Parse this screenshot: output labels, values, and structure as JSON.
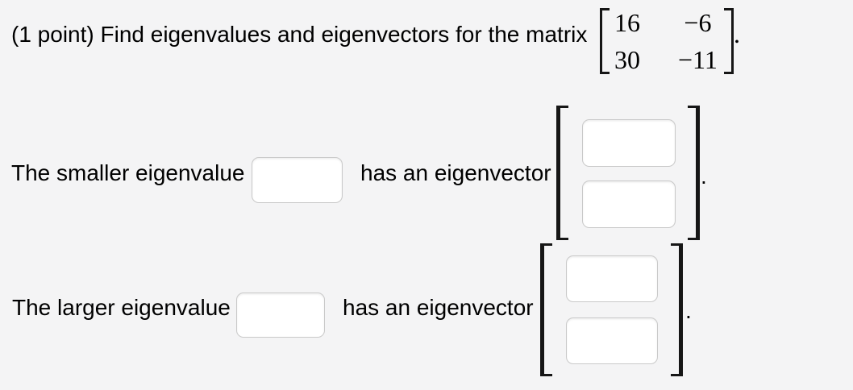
{
  "theme": {
    "background": "#f4f4f5",
    "text_color": "#000000",
    "bracket_color": "#161616",
    "input_border_color": "#c9c9c9",
    "input_background": "#ffffff"
  },
  "question": {
    "prefix": "(1 point) Find eigenvalues and eigenvectors for the matrix",
    "matrix": [
      [
        "16",
        "−6"
      ],
      [
        "30",
        "−11"
      ]
    ],
    "period": "."
  },
  "smaller": {
    "label": "The smaller eigenvalue",
    "eigenvalue_input": {
      "value": ""
    },
    "mid": "has an eigenvector",
    "vector_inputs": [
      {
        "value": ""
      },
      {
        "value": ""
      }
    ],
    "period": "."
  },
  "larger": {
    "label": "The larger eigenvalue",
    "eigenvalue_input": {
      "value": ""
    },
    "mid": "has an eigenvector",
    "vector_inputs": [
      {
        "value": ""
      },
      {
        "value": ""
      }
    ],
    "period": "."
  }
}
